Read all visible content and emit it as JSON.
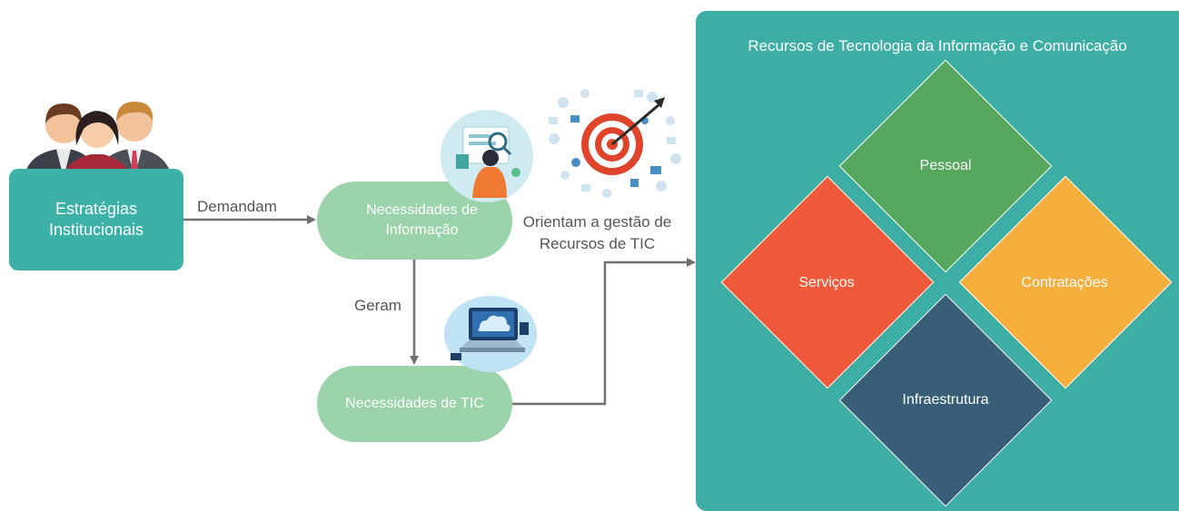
{
  "strategy_box": {
    "label": "Estratégias Institucionais"
  },
  "needs_info": {
    "label": "Necessidades de Informação"
  },
  "needs_tic": {
    "label": "Necessidades de TIC"
  },
  "edges": {
    "demandam": "Demandam",
    "geram": "Geram",
    "orientam": "Orientam a gestão de Recursos de TIC"
  },
  "resources_panel": {
    "title": "Recursos de Tecnologia da Informação e Comunicação",
    "items": [
      {
        "label": "Pessoal",
        "color": "#57a85f"
      },
      {
        "label": "Serviços",
        "color": "#ef5a3a"
      },
      {
        "label": "Contratações",
        "color": "#f6ae3c"
      },
      {
        "label": "Infraestrutura",
        "color": "#385f77"
      }
    ]
  },
  "colors": {
    "teal": "#3bb1a7",
    "pill_green": "#9bd3ab",
    "panel_teal": "#3daea4",
    "arrow_gray": "#707070"
  }
}
